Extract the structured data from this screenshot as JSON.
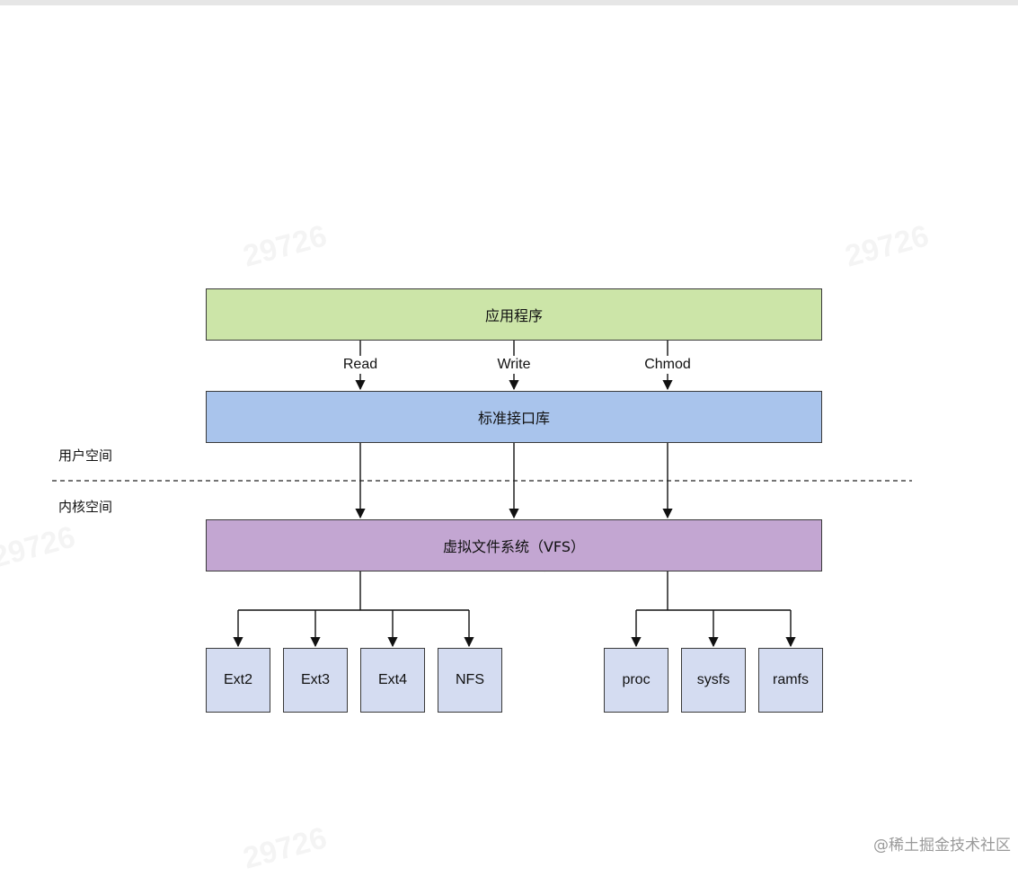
{
  "nodes": {
    "app": "应用程序",
    "stdlib": "标准接口库",
    "vfs": "虚拟文件系统（VFS）",
    "filesystems": [
      "Ext2",
      "Ext3",
      "Ext4",
      "NFS",
      "proc",
      "sysfs",
      "ramfs"
    ]
  },
  "operations": [
    "Read",
    "Write",
    "Chmod"
  ],
  "regions": {
    "user_space": "用户空间",
    "kernel_space": "内核空间"
  },
  "watermark": "29726",
  "credit": "@稀土掘金技术社区",
  "colors": {
    "app": "#cce5a8",
    "stdlib": "#a9c4ec",
    "vfs": "#c3a6d2",
    "filesystem": "#d4dcf1",
    "border": "#3a3a3a"
  }
}
